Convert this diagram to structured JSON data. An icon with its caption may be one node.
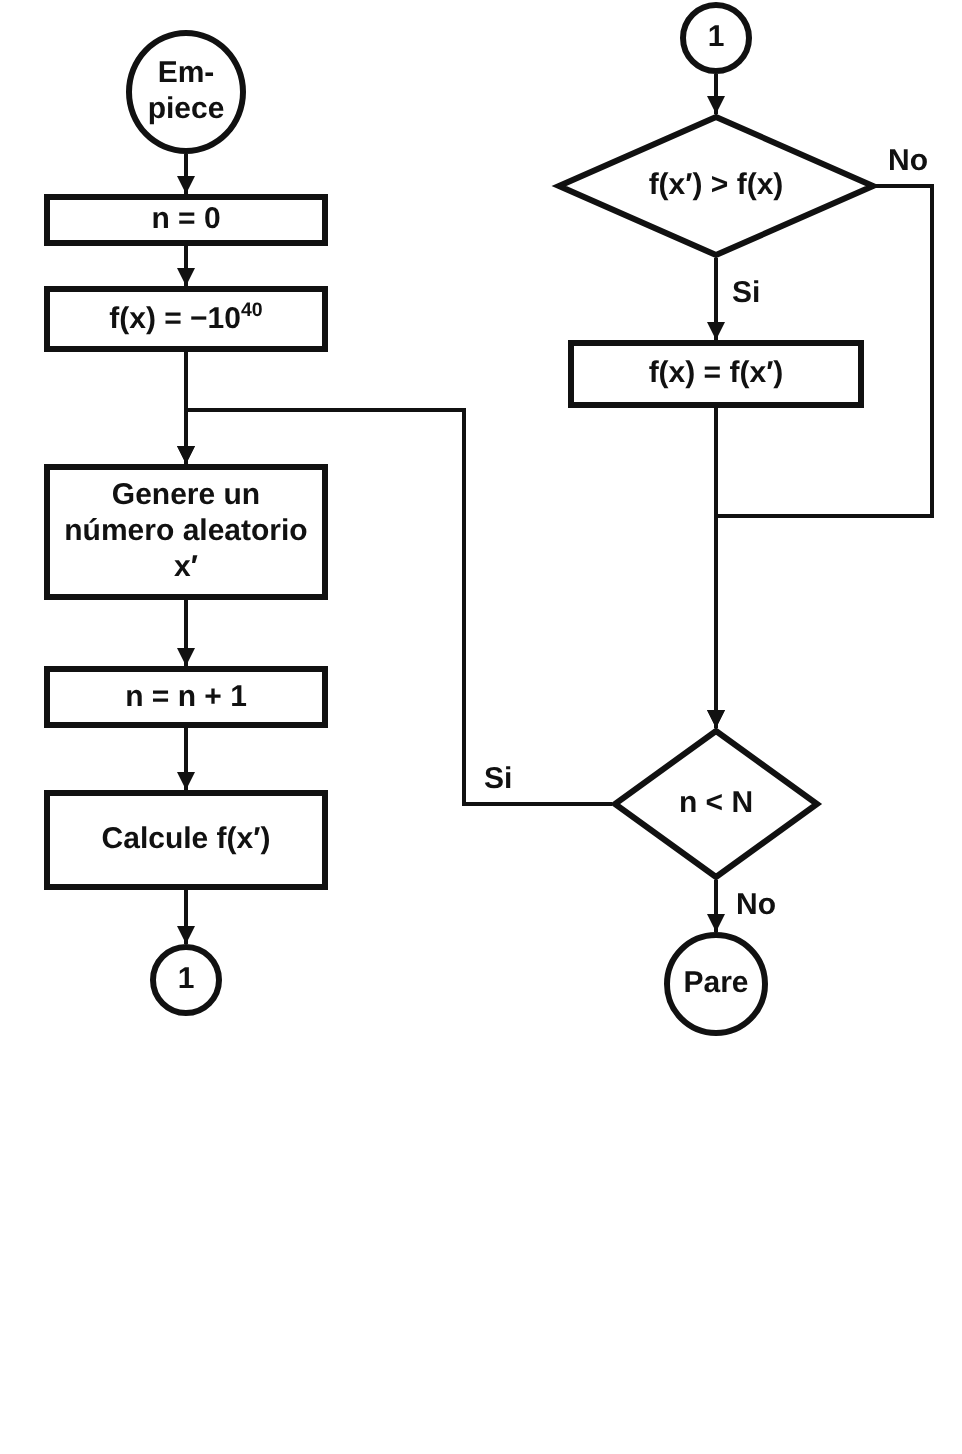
{
  "diagram": {
    "nodes": [
      {
        "text": [
          "Em- piece"
        ]
      },
      {
        "text": [
          "n = 0"
        ]
      },
      {
        "text": [
          "f(x) = −10$^{40}$"
        ]
      },
      {
        "text": [
          "Genere un número aleatorio x′"
        ]
      },
      {
        "text": [
          "n = n + 1"
        ]
      },
      {
        "text": [
          "Calcule f(x′)"
        ]
      },
      {
        "text": [
          "1"
        ]
      },
      {
        "text": [
          "1"
        ]
      },
      {
        "text": [
          "f(x′) > f(x)"
        ]
      },
      {
        "text": [
          "f(x) = f(x′)"
        ]
      },
      {
        "text": [
          "n < N"
        ]
      },
      {
        "text": [
          "Pare"
        ]
      }
    ],
    "edges": [
      {
        "from": 0,
        "to": 1,
        "arrow": "to"
      },
      {
        "from": 1,
        "to": 2,
        "arrow": "to"
      },
      {
        "from": 2,
        "to": 3,
        "arrow": "to"
      },
      {
        "from": 3,
        "to": 4,
        "arrow": "to"
      },
      {
        "from": 4,
        "to": 5,
        "arrow": "to"
      },
      {
        "from": 5,
        "to": 6,
        "arrow": "to"
      },
      {
        "from": 7,
        "to": 8,
        "arrow": "to"
      },
      {
        "from": 8,
        "to": 9,
        "arrow": "to",
        "label": "Si"
      },
      {
        "from": 8,
        "to": 10,
        "arrow": "to",
        "label": "No"
      },
      {
        "from": 9,
        "to": 10,
        "arrow": "to"
      },
      {
        "from": 10,
        "to": 3,
        "arrow": "to",
        "label": "Si"
      },
      {
        "from": 10,
        "to": 11,
        "arrow": "to",
        "label": "No"
      }
    ]
  }
}
